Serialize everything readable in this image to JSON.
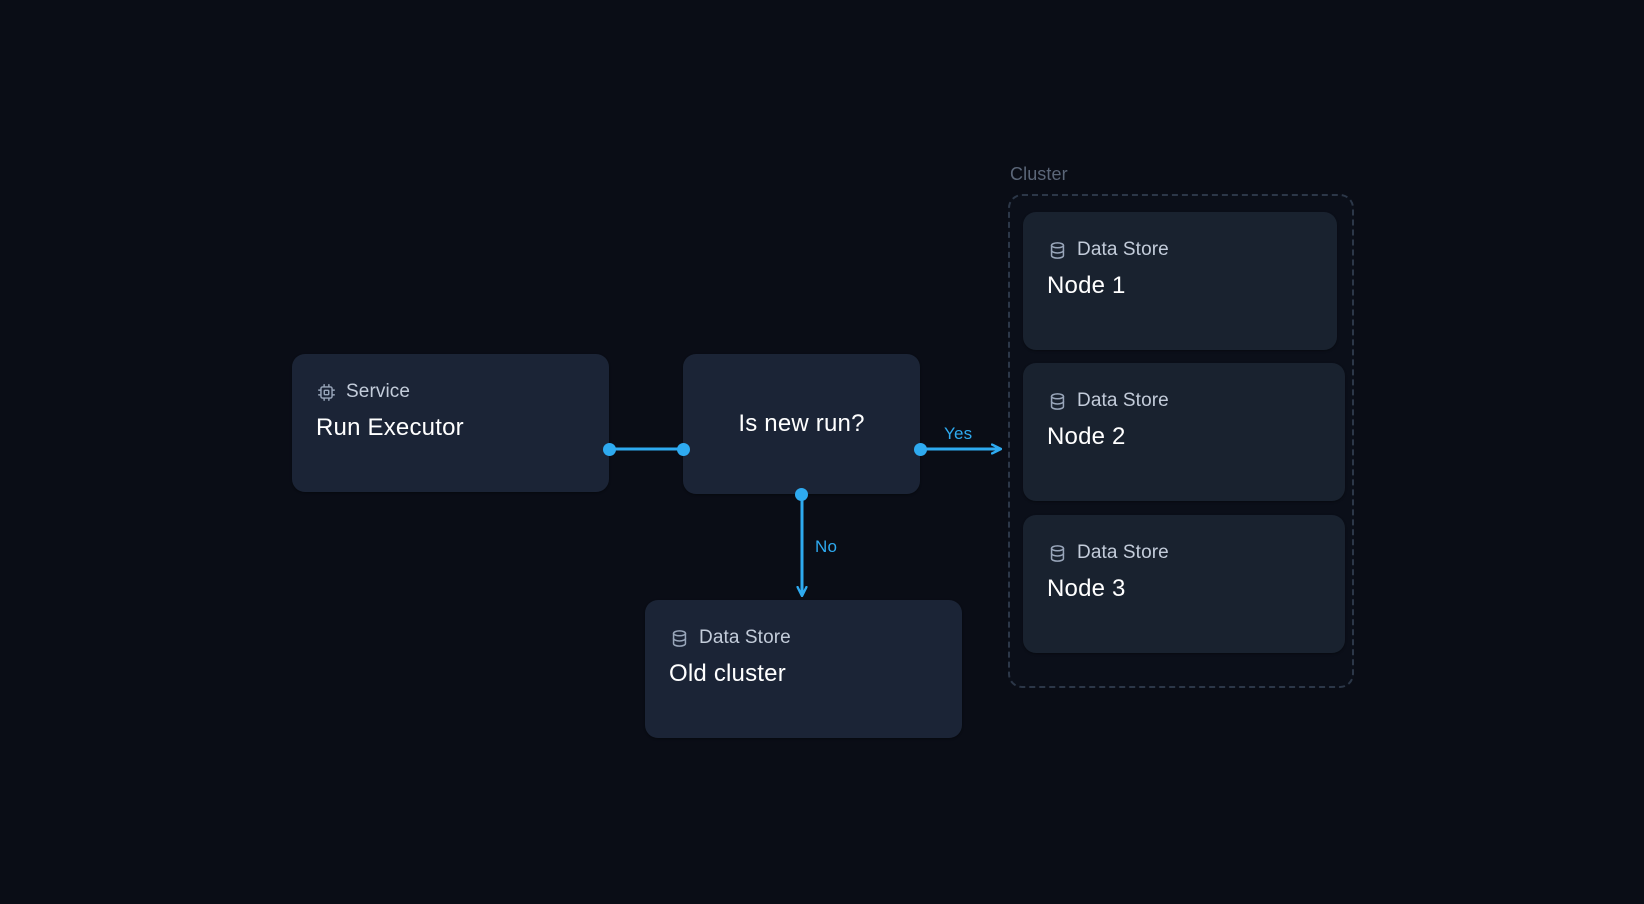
{
  "canvas": {
    "background": "#0a0d16",
    "accent": "#2eaaf0"
  },
  "cluster": {
    "label": "Cluster",
    "nodes": [
      {
        "kind": "Data Store",
        "title": "Node 1",
        "icon": "database-icon"
      },
      {
        "kind": "Data Store",
        "title": "Node 2",
        "icon": "database-icon"
      },
      {
        "kind": "Data Store",
        "title": "Node 3",
        "icon": "database-icon"
      }
    ]
  },
  "nodes": {
    "service": {
      "kind": "Service",
      "title": "Run Executor",
      "icon": "cpu-chip-icon"
    },
    "decision": {
      "title": "Is new run?"
    },
    "old_store": {
      "kind": "Data Store",
      "title": "Old cluster",
      "icon": "database-icon"
    }
  },
  "edges": [
    {
      "id": "service-to-decision",
      "label": ""
    },
    {
      "id": "decision-to-cluster",
      "label": "Yes"
    },
    {
      "id": "decision-to-old-cluster",
      "label": "No"
    }
  ]
}
